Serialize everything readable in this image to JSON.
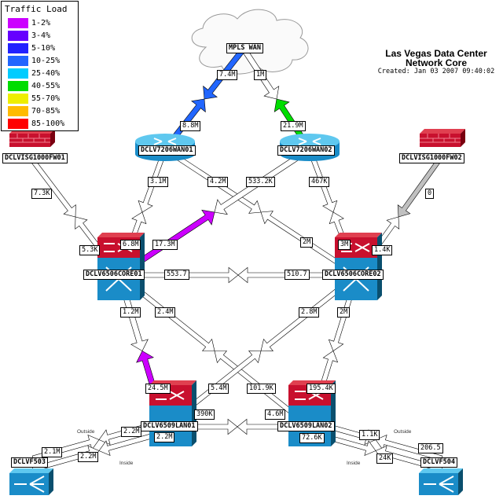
{
  "legend": {
    "title": "Traffic Load",
    "items": [
      {
        "label": "1-2%",
        "color": "#cc00ff"
      },
      {
        "label": "3-4%",
        "color": "#6600ff"
      },
      {
        "label": "5-10%",
        "color": "#2222ff"
      },
      {
        "label": "10-25%",
        "color": "#2266ff"
      },
      {
        "label": "25-40%",
        "color": "#00ccff"
      },
      {
        "label": "40-55%",
        "color": "#00dd00"
      },
      {
        "label": "55-70%",
        "color": "#eeee00"
      },
      {
        "label": "70-85%",
        "color": "#ffbb00"
      },
      {
        "label": "85-100%",
        "color": "#ff0000"
      }
    ]
  },
  "header": {
    "title_line1": "Las Vegas Data Center",
    "title_line2": "Network Core",
    "created": "Created: Jan 03 2007 09:40:02"
  },
  "nodes": {
    "mpls": {
      "label": "MPLS WAN",
      "type": "cloud"
    },
    "wan01": {
      "label": "DCLV7206WAN01",
      "type": "router"
    },
    "wan02": {
      "label": "DCLV7206WAN02",
      "type": "router"
    },
    "fw01": {
      "label": "DCLVISG1000FW01",
      "type": "firewall"
    },
    "fw02": {
      "label": "DCLVISG1000FW02",
      "type": "firewall"
    },
    "core01": {
      "label": "DCLV6506CORE01",
      "type": "switch"
    },
    "core02": {
      "label": "DCLV6506CORE02",
      "type": "switch"
    },
    "lan01": {
      "label": "DCLV6509LAN01",
      "type": "switch"
    },
    "lan02": {
      "label": "DCLV6509LAN02",
      "type": "switch"
    },
    "vf503": {
      "label": "DCLVF503",
      "type": "load-balancer"
    },
    "vf504": {
      "label": "DCLVF504",
      "type": "load-balancer"
    }
  },
  "links": [
    {
      "id": "mpls-wan01",
      "a_label": "7.4M",
      "b_label": "8.8M",
      "a_color": "#2266ff",
      "b_color": "#2266ff"
    },
    {
      "id": "mpls-wan02",
      "a_label": "1M",
      "b_label": "21.9M",
      "a_color": "#ffffff",
      "b_color": "#00dd00"
    },
    {
      "id": "wan01-core01",
      "a_label": "3.1M",
      "b_label": "6.8M",
      "a_color": "#ffffff",
      "b_color": "#ffffff"
    },
    {
      "id": "wan01-core02",
      "a_label": "4.2M",
      "b_label": "2M",
      "a_color": "#ffffff",
      "b_color": "#ffffff"
    },
    {
      "id": "wan02-core01",
      "a_label": "533.2K",
      "b_label": "17.3M",
      "a_color": "#ffffff",
      "b_color": "#cc00ff"
    },
    {
      "id": "wan02-core02",
      "a_label": "467K",
      "b_label": "3M",
      "a_color": "#ffffff",
      "b_color": "#ffffff"
    },
    {
      "id": "fw01-core01",
      "a_label": "7.3K",
      "b_label": "5.3K",
      "a_color": "#ffffff",
      "b_color": "#ffffff"
    },
    {
      "id": "fw02-core02",
      "a_label": "0",
      "b_label": "1.4K",
      "a_color": "#c0c0c0",
      "b_color": "#ffffff"
    },
    {
      "id": "core01-core02",
      "a_label": "553.7",
      "b_label": "510.7",
      "a_color": "#ffffff",
      "b_color": "#ffffff"
    },
    {
      "id": "core01-lan01",
      "a_label": "1.2M",
      "b_label": "24.5M",
      "a_color": "#ffffff",
      "b_color": "#cc00ff"
    },
    {
      "id": "core01-lan02",
      "a_label": "2.4M",
      "b_label": "101.9K",
      "a_color": "#ffffff",
      "b_color": "#ffffff"
    },
    {
      "id": "core02-lan01",
      "a_label": "2.8M",
      "b_label": "5.4M",
      "a_color": "#ffffff",
      "b_color": "#ffffff"
    },
    {
      "id": "core02-lan02",
      "a_label": "2M",
      "b_label": "195.4K",
      "a_color": "#ffffff",
      "b_color": "#ffffff"
    },
    {
      "id": "lan01-lan02",
      "a_label": "390K",
      "b_label": "4.6M",
      "a_color": "#ffffff",
      "b_color": "#ffffff"
    },
    {
      "id": "lan01-vf503-outside",
      "a_label": "2.2M",
      "b_label": "2.1M",
      "a_color": "#ffffff",
      "b_color": "#ffffff"
    },
    {
      "id": "lan01-vf503-inside",
      "a_label": "2.2M",
      "b_label": "2.2M",
      "a_color": "#ffffff",
      "b_color": "#ffffff"
    },
    {
      "id": "lan02-vf504-outside",
      "a_label": "1.1K",
      "b_label": "206.5",
      "a_color": "#ffffff",
      "b_color": "#ffffff"
    },
    {
      "id": "lan02-vf504-inside",
      "a_label": "72.6K",
      "b_label": "24K",
      "a_color": "#ffffff",
      "b_color": "#ffffff"
    }
  ],
  "notes": {
    "outside_left": "Outside",
    "inside_left": "Inside",
    "outside_right": "Outside",
    "inside_right": "Inside"
  }
}
